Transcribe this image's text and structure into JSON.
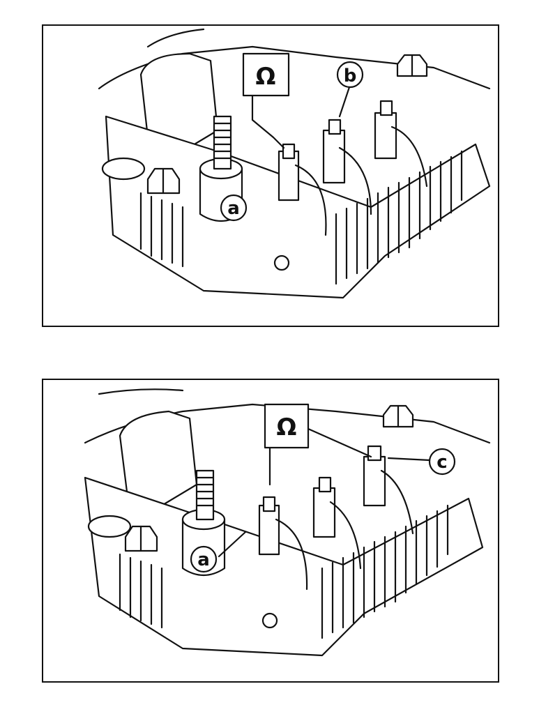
{
  "figures": [
    {
      "id": "top",
      "meter_symbol": "Ω",
      "labels": [
        "a",
        "b"
      ]
    },
    {
      "id": "bottom",
      "meter_symbol": "Ω",
      "labels": [
        "a",
        "c"
      ]
    }
  ]
}
